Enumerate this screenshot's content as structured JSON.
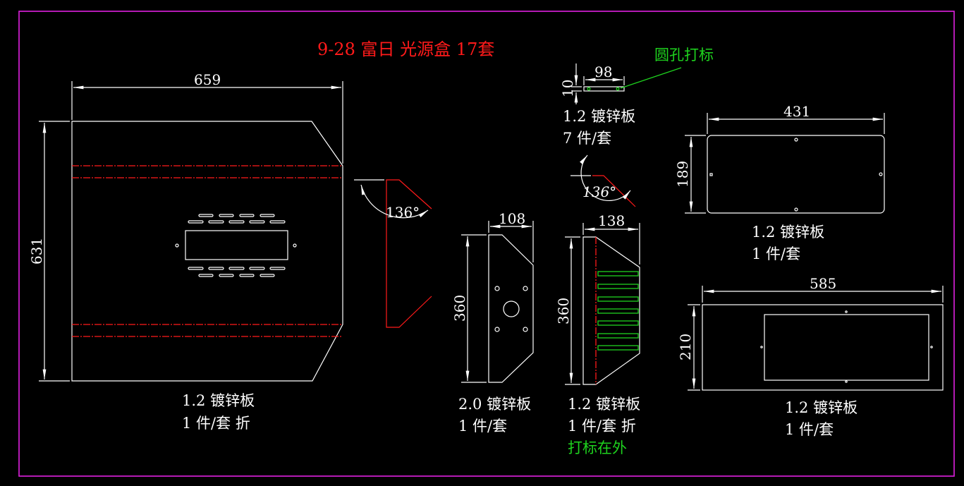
{
  "title": "9-28 富日 光源盒 17套",
  "colors": {
    "background": "#000000",
    "frame": "#e020e0",
    "outline": "#ffffff",
    "bend_line": "#ff1a1a",
    "marking": "#1ed21e",
    "title": "#ff1a1a"
  },
  "parts": {
    "main_panel": {
      "width_dim": "659",
      "height_dim": "631",
      "label_line1": "1.2 镀锌板",
      "label_line2": "1 件/套 折"
    },
    "bend_side_view": {
      "angle": "136°"
    },
    "end_plate": {
      "width_dim": "108",
      "height_dim": "360",
      "label_line1": "2.0 镀锌板",
      "label_line2": "1 件/套"
    },
    "marked_plate": {
      "width_dim": "138",
      "height_dim": "360",
      "label_line1": "1.2 镀锌板",
      "label_line2": "1 件/套 折",
      "label_line3": "打标在外"
    },
    "small_strip": {
      "width_dim": "98",
      "height_dim": "10",
      "callout": "圆孔打标",
      "label_line1": "1.2 镀锌板",
      "label_line2": "7 件/套",
      "angle": "136°"
    },
    "cover_plate": {
      "width_dim": "431",
      "height_dim": "189",
      "label_line1": "1.2 镀锌板",
      "label_line2": "1 件/套"
    },
    "window_plate": {
      "width_dim": "585",
      "height_dim": "210",
      "label_line1": "1.2 镀锌板",
      "label_line2": "1 件/套"
    }
  }
}
